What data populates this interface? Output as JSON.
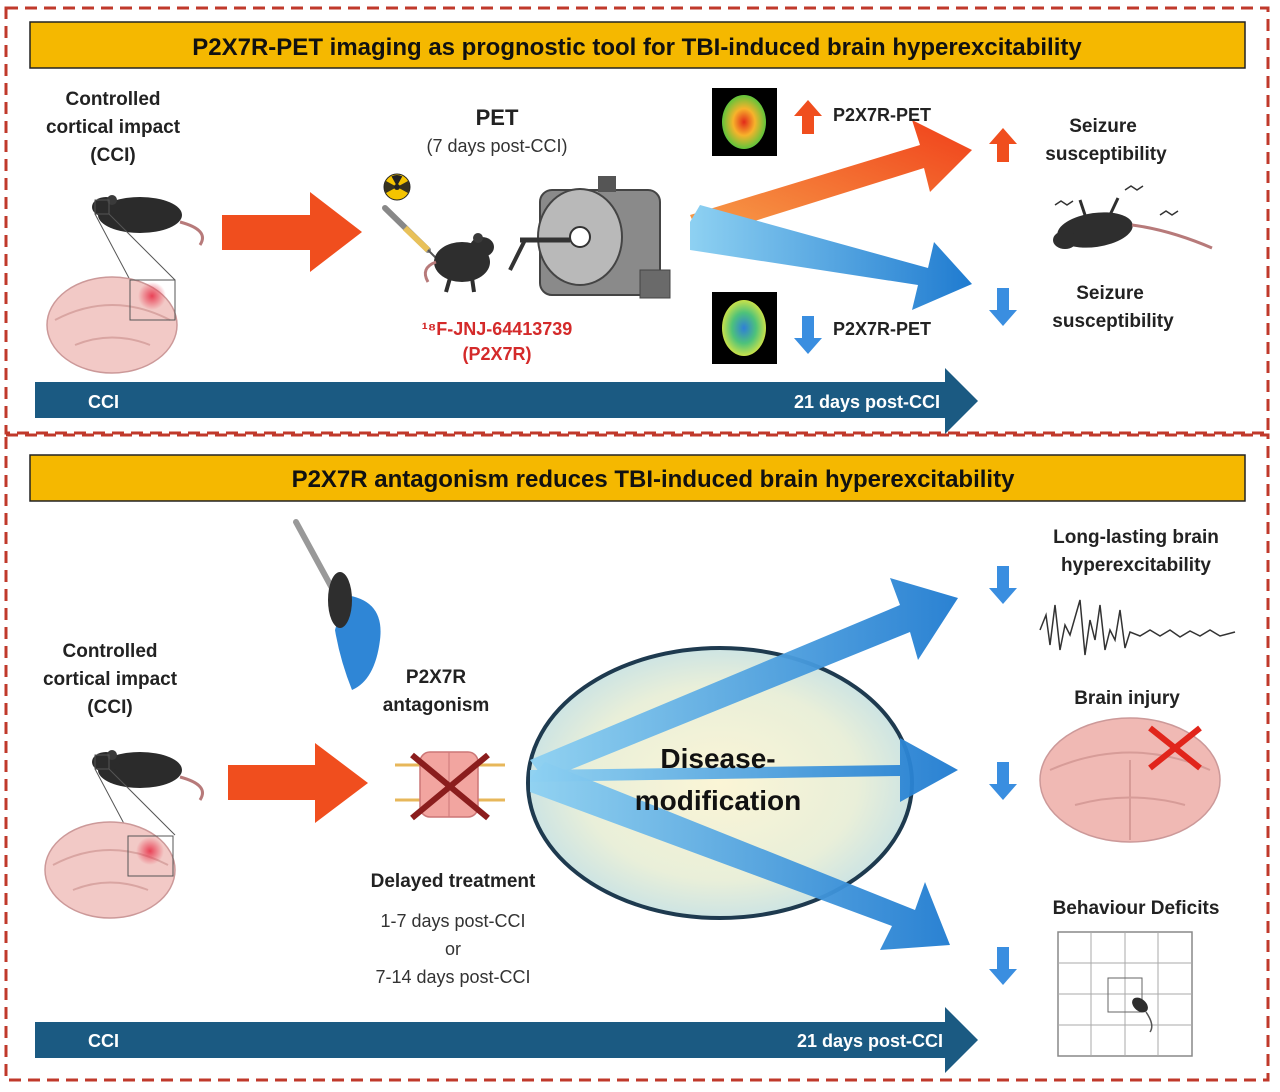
{
  "top": {
    "title": "P2X7R-PET imaging as prognostic tool for TBI-induced brain hyperexcitability",
    "cci_label": [
      "Controlled",
      "cortical impact",
      "(CCI)"
    ],
    "pet_title": "PET",
    "pet_subtitle": "(7 days post-CCI)",
    "tracer": "¹⁸F-JNJ-64413739",
    "tracer_target": "(P2X7R)",
    "pet_high": "P2X7R-PET",
    "pet_low": "P2X7R-PET",
    "seizure_high": [
      "Seizure",
      "susceptibility"
    ],
    "seizure_low": [
      "Seizure",
      "susceptibility"
    ],
    "timeline_start": "CCI",
    "timeline_end": "21 days post-CCI"
  },
  "bottom": {
    "title": "P2X7R antagonism reduces TBI-induced brain hyperexcitability",
    "cci_label": [
      "Controlled",
      "cortical impact",
      "(CCI)"
    ],
    "antagonism": [
      "P2X7R",
      "antagonism"
    ],
    "treatment_title": "Delayed treatment",
    "treatment_lines": [
      "1-7 days post-CCI",
      "or",
      "7-14 days post-CCI"
    ],
    "disease_mod": [
      "Disease-",
      "modification"
    ],
    "outcome_1": [
      "Long-lasting brain",
      "hyperexcitability"
    ],
    "outcome_2": "Brain injury",
    "outcome_3": "Behaviour Deficits",
    "timeline_start": "CCI",
    "timeline_end": "21 days post-CCI"
  },
  "colors": {
    "title_bar": "#f5b800",
    "timeline": "#1b5a82",
    "red_arrow": "#f04e1e",
    "blue_arrow": "#2f86d6",
    "border": "#c0392b"
  }
}
